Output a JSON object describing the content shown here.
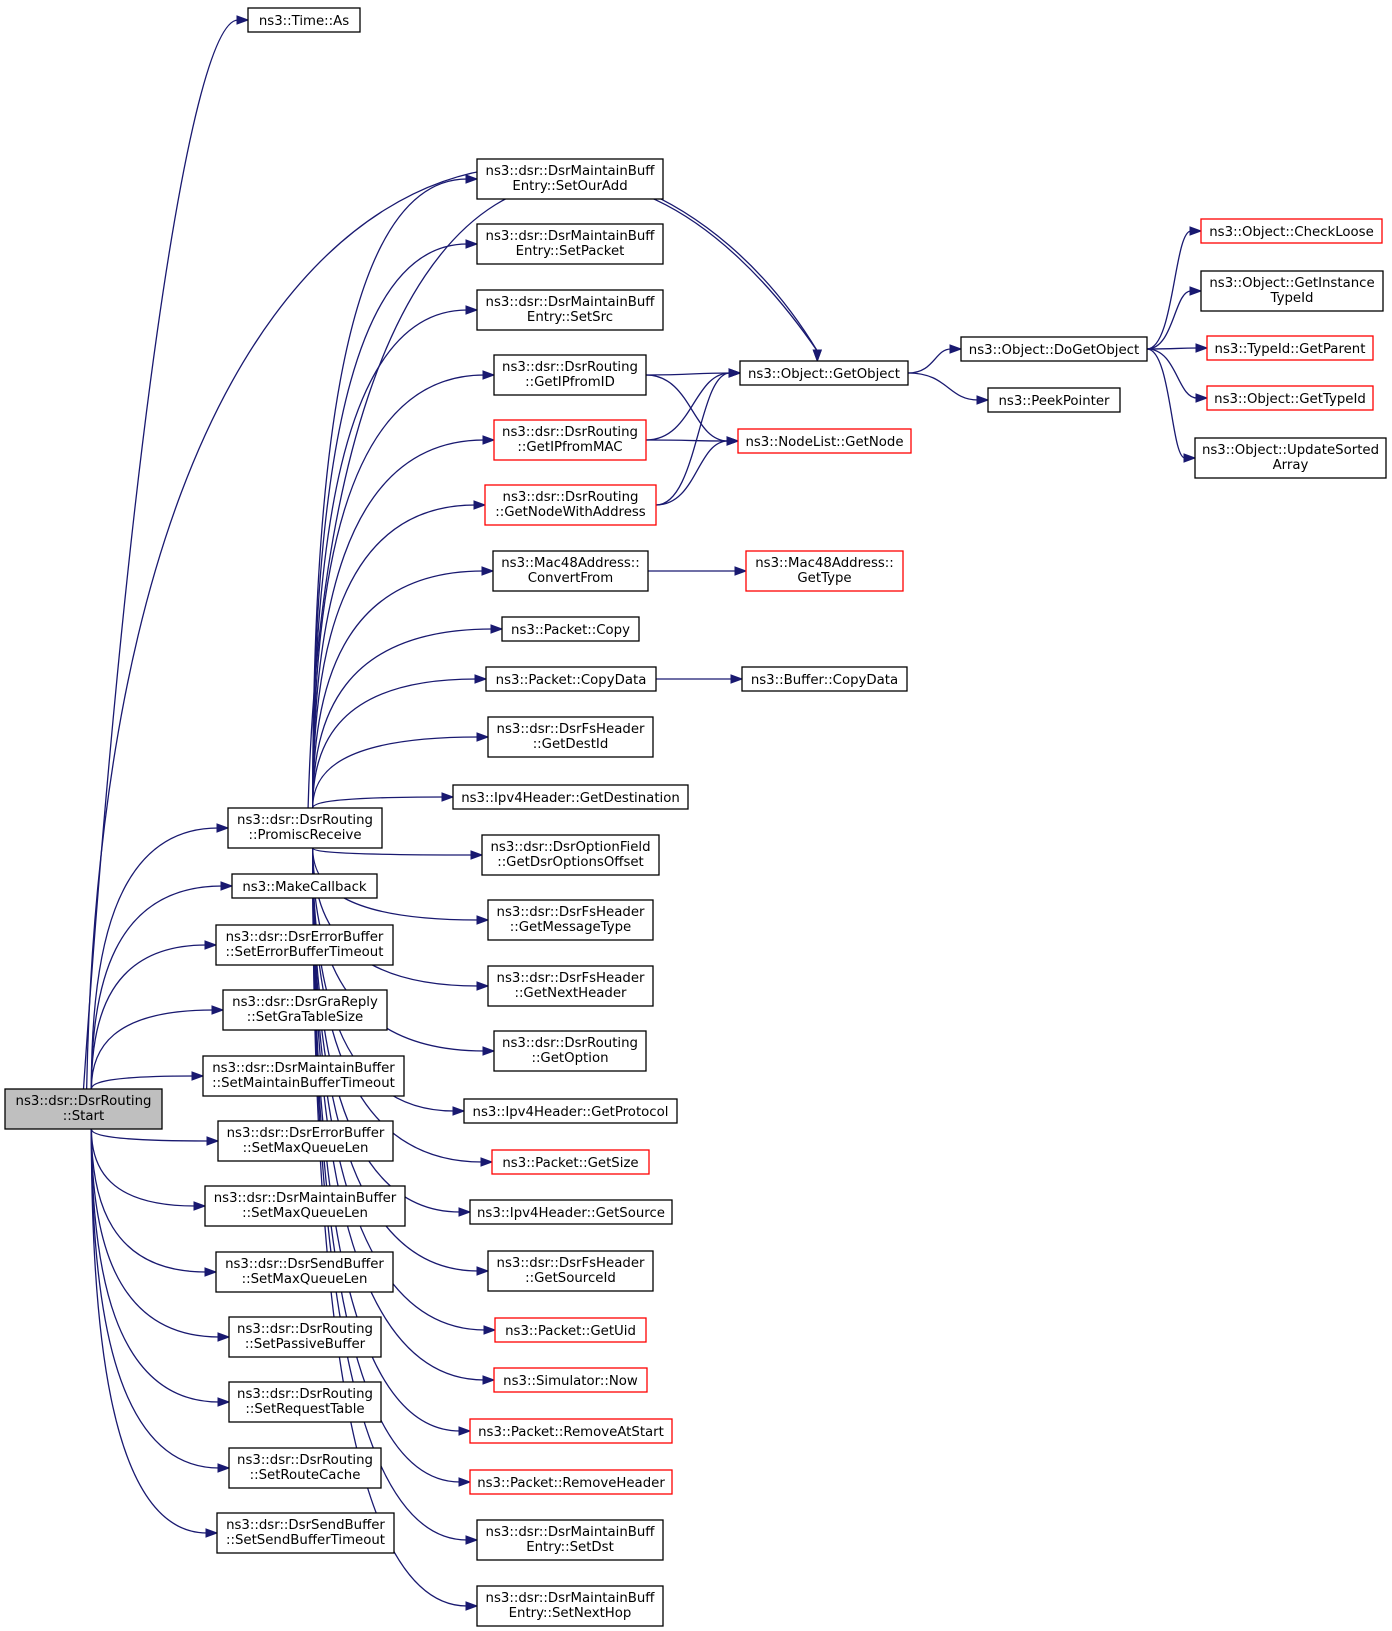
{
  "nodes": {
    "start": [
      "ns3::dsr::DsrRouting",
      "::Start"
    ],
    "time_as": [
      "ns3::Time::As"
    ],
    "promisc": [
      "ns3::dsr::DsrRouting",
      "::PromiscReceive"
    ],
    "make_cb": [
      "ns3::MakeCallback"
    ],
    "set_err_to": [
      "ns3::dsr::DsrErrorBuffer",
      "::SetErrorBufferTimeout"
    ],
    "set_gra": [
      "ns3::dsr::DsrGraReply",
      "::SetGraTableSize"
    ],
    "set_mb_to": [
      "ns3::dsr::DsrMaintainBuffer",
      "::SetMaintainBufferTimeout"
    ],
    "set_err_mql": [
      "ns3::dsr::DsrErrorBuffer",
      "::SetMaxQueueLen"
    ],
    "set_mb_mql": [
      "ns3::dsr::DsrMaintainBuffer",
      "::SetMaxQueueLen"
    ],
    "set_sb_mql": [
      "ns3::dsr::DsrSendBuffer",
      "::SetMaxQueueLen"
    ],
    "set_passive": [
      "ns3::dsr::DsrRouting",
      "::SetPassiveBuffer"
    ],
    "set_req": [
      "ns3::dsr::DsrRouting",
      "::SetRequestTable"
    ],
    "set_rc": [
      "ns3::dsr::DsrRouting",
      "::SetRouteCache"
    ],
    "set_sb_to": [
      "ns3::dsr::DsrSendBuffer",
      "::SetSendBufferTimeout"
    ],
    "mbe_ourAdd": [
      "ns3::dsr::DsrMaintainBuff",
      "Entry::SetOurAdd"
    ],
    "mbe_packet": [
      "ns3::dsr::DsrMaintainBuff",
      "Entry::SetPacket"
    ],
    "mbe_src": [
      "ns3::dsr::DsrMaintainBuff",
      "Entry::SetSrc"
    ],
    "ip_from_id": [
      "ns3::dsr::DsrRouting",
      "::GetIPfromID"
    ],
    "ip_from_mac": [
      "ns3::dsr::DsrRouting",
      "::GetIPfromMAC"
    ],
    "node_with_addr": [
      "ns3::dsr::DsrRouting",
      "::GetNodeWithAddress"
    ],
    "mac_convert": [
      "ns3::Mac48Address::",
      "ConvertFrom"
    ],
    "pkt_copy": [
      "ns3::Packet::Copy"
    ],
    "pkt_copydata": [
      "ns3::Packet::CopyData"
    ],
    "fs_destid": [
      "ns3::dsr::DsrFsHeader",
      "::GetDestId"
    ],
    "ipv4_dest": [
      "ns3::Ipv4Header::GetDestination"
    ],
    "opt_offset": [
      "ns3::dsr::DsrOptionField",
      "::GetDsrOptionsOffset"
    ],
    "fs_msgtype": [
      "ns3::dsr::DsrFsHeader",
      "::GetMessageType"
    ],
    "fs_nexthdr": [
      "ns3::dsr::DsrFsHeader",
      "::GetNextHeader"
    ],
    "get_option": [
      "ns3::dsr::DsrRouting",
      "::GetOption"
    ],
    "ipv4_proto": [
      "ns3::Ipv4Header::GetProtocol"
    ],
    "pkt_size": [
      "ns3::Packet::GetSize"
    ],
    "ipv4_src": [
      "ns3::Ipv4Header::GetSource"
    ],
    "fs_srcid": [
      "ns3::dsr::DsrFsHeader",
      "::GetSourceId"
    ],
    "pkt_uid": [
      "ns3::Packet::GetUid"
    ],
    "sim_now": [
      "ns3::Simulator::Now"
    ],
    "pkt_remstart": [
      "ns3::Packet::RemoveAtStart"
    ],
    "pkt_remhdr": [
      "ns3::Packet::RemoveHeader"
    ],
    "mbe_dst": [
      "ns3::dsr::DsrMaintainBuff",
      "Entry::SetDst"
    ],
    "mbe_nexthop": [
      "ns3::dsr::DsrMaintainBuff",
      "Entry::SetNextHop"
    ],
    "get_object": [
      "ns3::Object::GetObject"
    ],
    "nodelist_get": [
      "ns3::NodeList::GetNode"
    ],
    "mac_gettype": [
      "ns3::Mac48Address::",
      "GetType"
    ],
    "buf_copydata": [
      "ns3::Buffer::CopyData"
    ],
    "do_getobject": [
      "ns3::Object::DoGetObject"
    ],
    "peek_ptr": [
      "ns3::PeekPointer"
    ],
    "check_loose": [
      "ns3::Object::CheckLoose"
    ],
    "get_inst_tid": [
      "ns3::Object::GetInstance",
      "TypeId"
    ],
    "tid_parent": [
      "ns3::TypeId::GetParent"
    ],
    "obj_tid": [
      "ns3::Object::GetTypeId"
    ],
    "update_sorted": [
      "ns3::Object::UpdateSorted",
      "Array"
    ]
  },
  "edge_color": "#191970",
  "highlight_color": "#ff0000",
  "root_fill": "#bfbfbf",
  "truncated_nodes": [
    "ip_from_mac",
    "node_with_addr",
    "pkt_size",
    "pkt_uid",
    "sim_now",
    "pkt_remstart",
    "pkt_remhdr",
    "nodelist_get",
    "mac_gettype",
    "check_loose",
    "tid_parent",
    "obj_tid"
  ],
  "edges": [
    [
      "start",
      "time_as"
    ],
    [
      "start",
      "get_object"
    ],
    [
      "start",
      "promisc"
    ],
    [
      "start",
      "make_cb"
    ],
    [
      "start",
      "set_err_to"
    ],
    [
      "start",
      "set_gra"
    ],
    [
      "start",
      "set_mb_to"
    ],
    [
      "start",
      "set_err_mql"
    ],
    [
      "start",
      "set_mb_mql"
    ],
    [
      "start",
      "set_sb_mql"
    ],
    [
      "start",
      "set_passive"
    ],
    [
      "start",
      "set_req"
    ],
    [
      "start",
      "set_rc"
    ],
    [
      "start",
      "set_sb_to"
    ],
    [
      "promisc",
      "get_object"
    ],
    [
      "promisc",
      "mbe_ourAdd"
    ],
    [
      "promisc",
      "mbe_packet"
    ],
    [
      "promisc",
      "mbe_src"
    ],
    [
      "promisc",
      "ip_from_id"
    ],
    [
      "promisc",
      "ip_from_mac"
    ],
    [
      "promisc",
      "node_with_addr"
    ],
    [
      "promisc",
      "mac_convert"
    ],
    [
      "promisc",
      "pkt_copy"
    ],
    [
      "promisc",
      "pkt_copydata"
    ],
    [
      "promisc",
      "fs_destid"
    ],
    [
      "promisc",
      "ipv4_dest"
    ],
    [
      "promisc",
      "opt_offset"
    ],
    [
      "promisc",
      "fs_msgtype"
    ],
    [
      "promisc",
      "fs_nexthdr"
    ],
    [
      "promisc",
      "get_option"
    ],
    [
      "promisc",
      "ipv4_proto"
    ],
    [
      "promisc",
      "pkt_size"
    ],
    [
      "promisc",
      "ipv4_src"
    ],
    [
      "promisc",
      "fs_srcid"
    ],
    [
      "promisc",
      "pkt_uid"
    ],
    [
      "promisc",
      "sim_now"
    ],
    [
      "promisc",
      "pkt_remstart"
    ],
    [
      "promisc",
      "pkt_remhdr"
    ],
    [
      "promisc",
      "mbe_dst"
    ],
    [
      "promisc",
      "mbe_nexthop"
    ],
    [
      "ip_from_id",
      "get_object"
    ],
    [
      "ip_from_id",
      "nodelist_get"
    ],
    [
      "ip_from_mac",
      "get_object"
    ],
    [
      "ip_from_mac",
      "nodelist_get"
    ],
    [
      "node_with_addr",
      "nodelist_get"
    ],
    [
      "node_with_addr",
      "get_object"
    ],
    [
      "mac_convert",
      "mac_gettype"
    ],
    [
      "pkt_copydata",
      "buf_copydata"
    ],
    [
      "get_object",
      "do_getobject"
    ],
    [
      "get_object",
      "peek_ptr"
    ],
    [
      "do_getobject",
      "check_loose"
    ],
    [
      "do_getobject",
      "get_inst_tid"
    ],
    [
      "do_getobject",
      "tid_parent"
    ],
    [
      "do_getobject",
      "obj_tid"
    ],
    [
      "do_getobject",
      "update_sorted"
    ]
  ]
}
